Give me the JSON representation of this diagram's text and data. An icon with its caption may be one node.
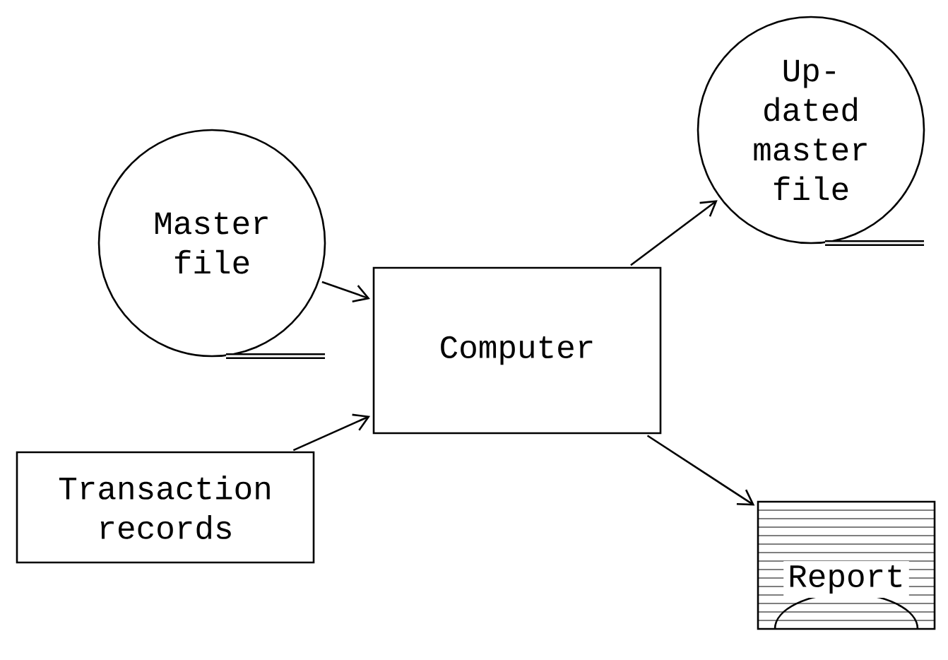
{
  "diagram": {
    "nodes": [
      {
        "text": [
          "Master file"
        ]
      },
      {
        "text": [
          "Transaction records"
        ]
      },
      {
        "text": [
          "Computer"
        ]
      },
      {
        "text": [
          "Up- dated master file"
        ]
      },
      {
        "text": [
          "Report"
        ]
      }
    ],
    "edges": [
      {
        "from": 0,
        "to": 2,
        "arrow": "to"
      },
      {
        "from": 1,
        "to": 2,
        "arrow": "to"
      },
      {
        "from": 2,
        "to": 3,
        "arrow": "to"
      },
      {
        "from": 2,
        "to": 4,
        "arrow": "to"
      }
    ]
  }
}
